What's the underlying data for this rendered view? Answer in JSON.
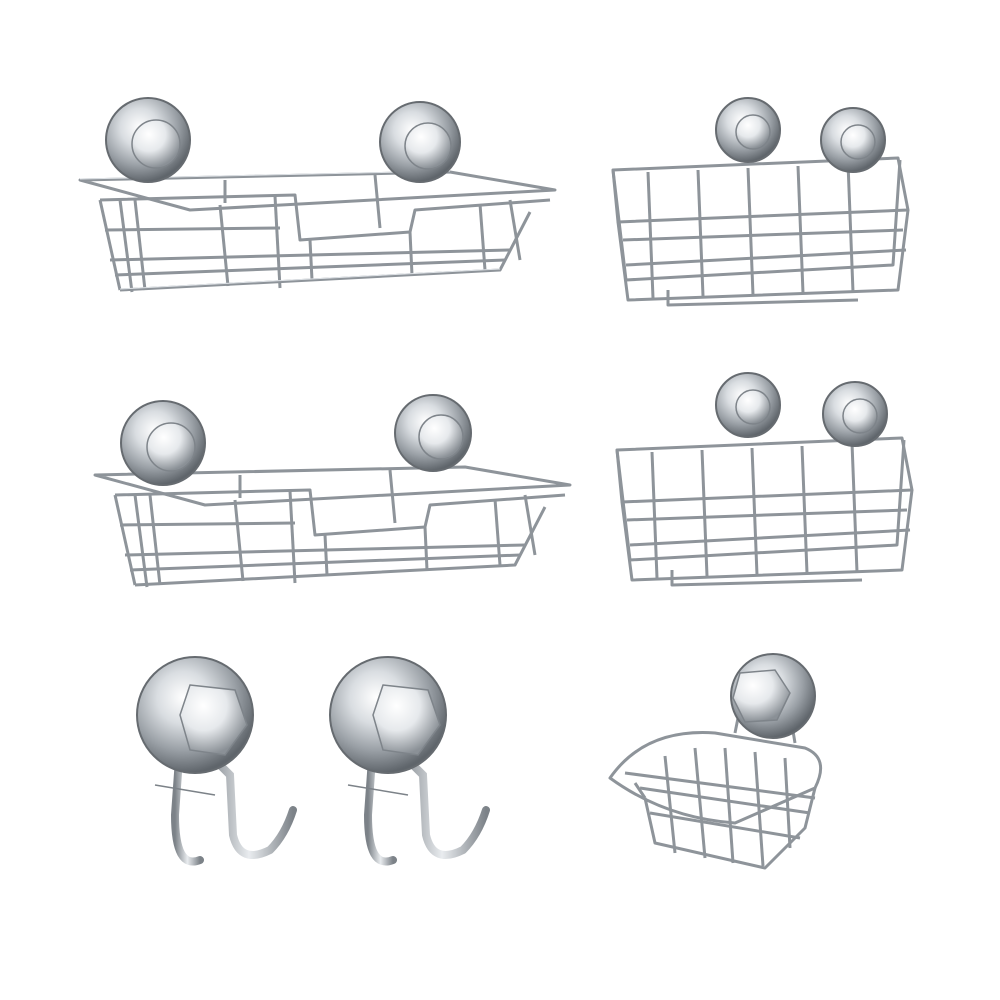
{
  "scene": {
    "background": "#ffffff",
    "wire_color": "#8e949a",
    "wire_highlight": "#dfe3e7",
    "chrome_dark": "#6f757b",
    "chrome_light": "#f4f6f8",
    "items": [
      {
        "kind": "long-shelf-basket",
        "name": "long-basket-top"
      },
      {
        "kind": "small-basket",
        "name": "small-basket-top"
      },
      {
        "kind": "long-shelf-basket",
        "name": "long-basket-middle"
      },
      {
        "kind": "small-basket",
        "name": "small-basket-middle"
      },
      {
        "kind": "double-hook",
        "name": "double-hook-left"
      },
      {
        "kind": "double-hook",
        "name": "double-hook-right"
      },
      {
        "kind": "soap-dish",
        "name": "soap-dish"
      }
    ]
  }
}
